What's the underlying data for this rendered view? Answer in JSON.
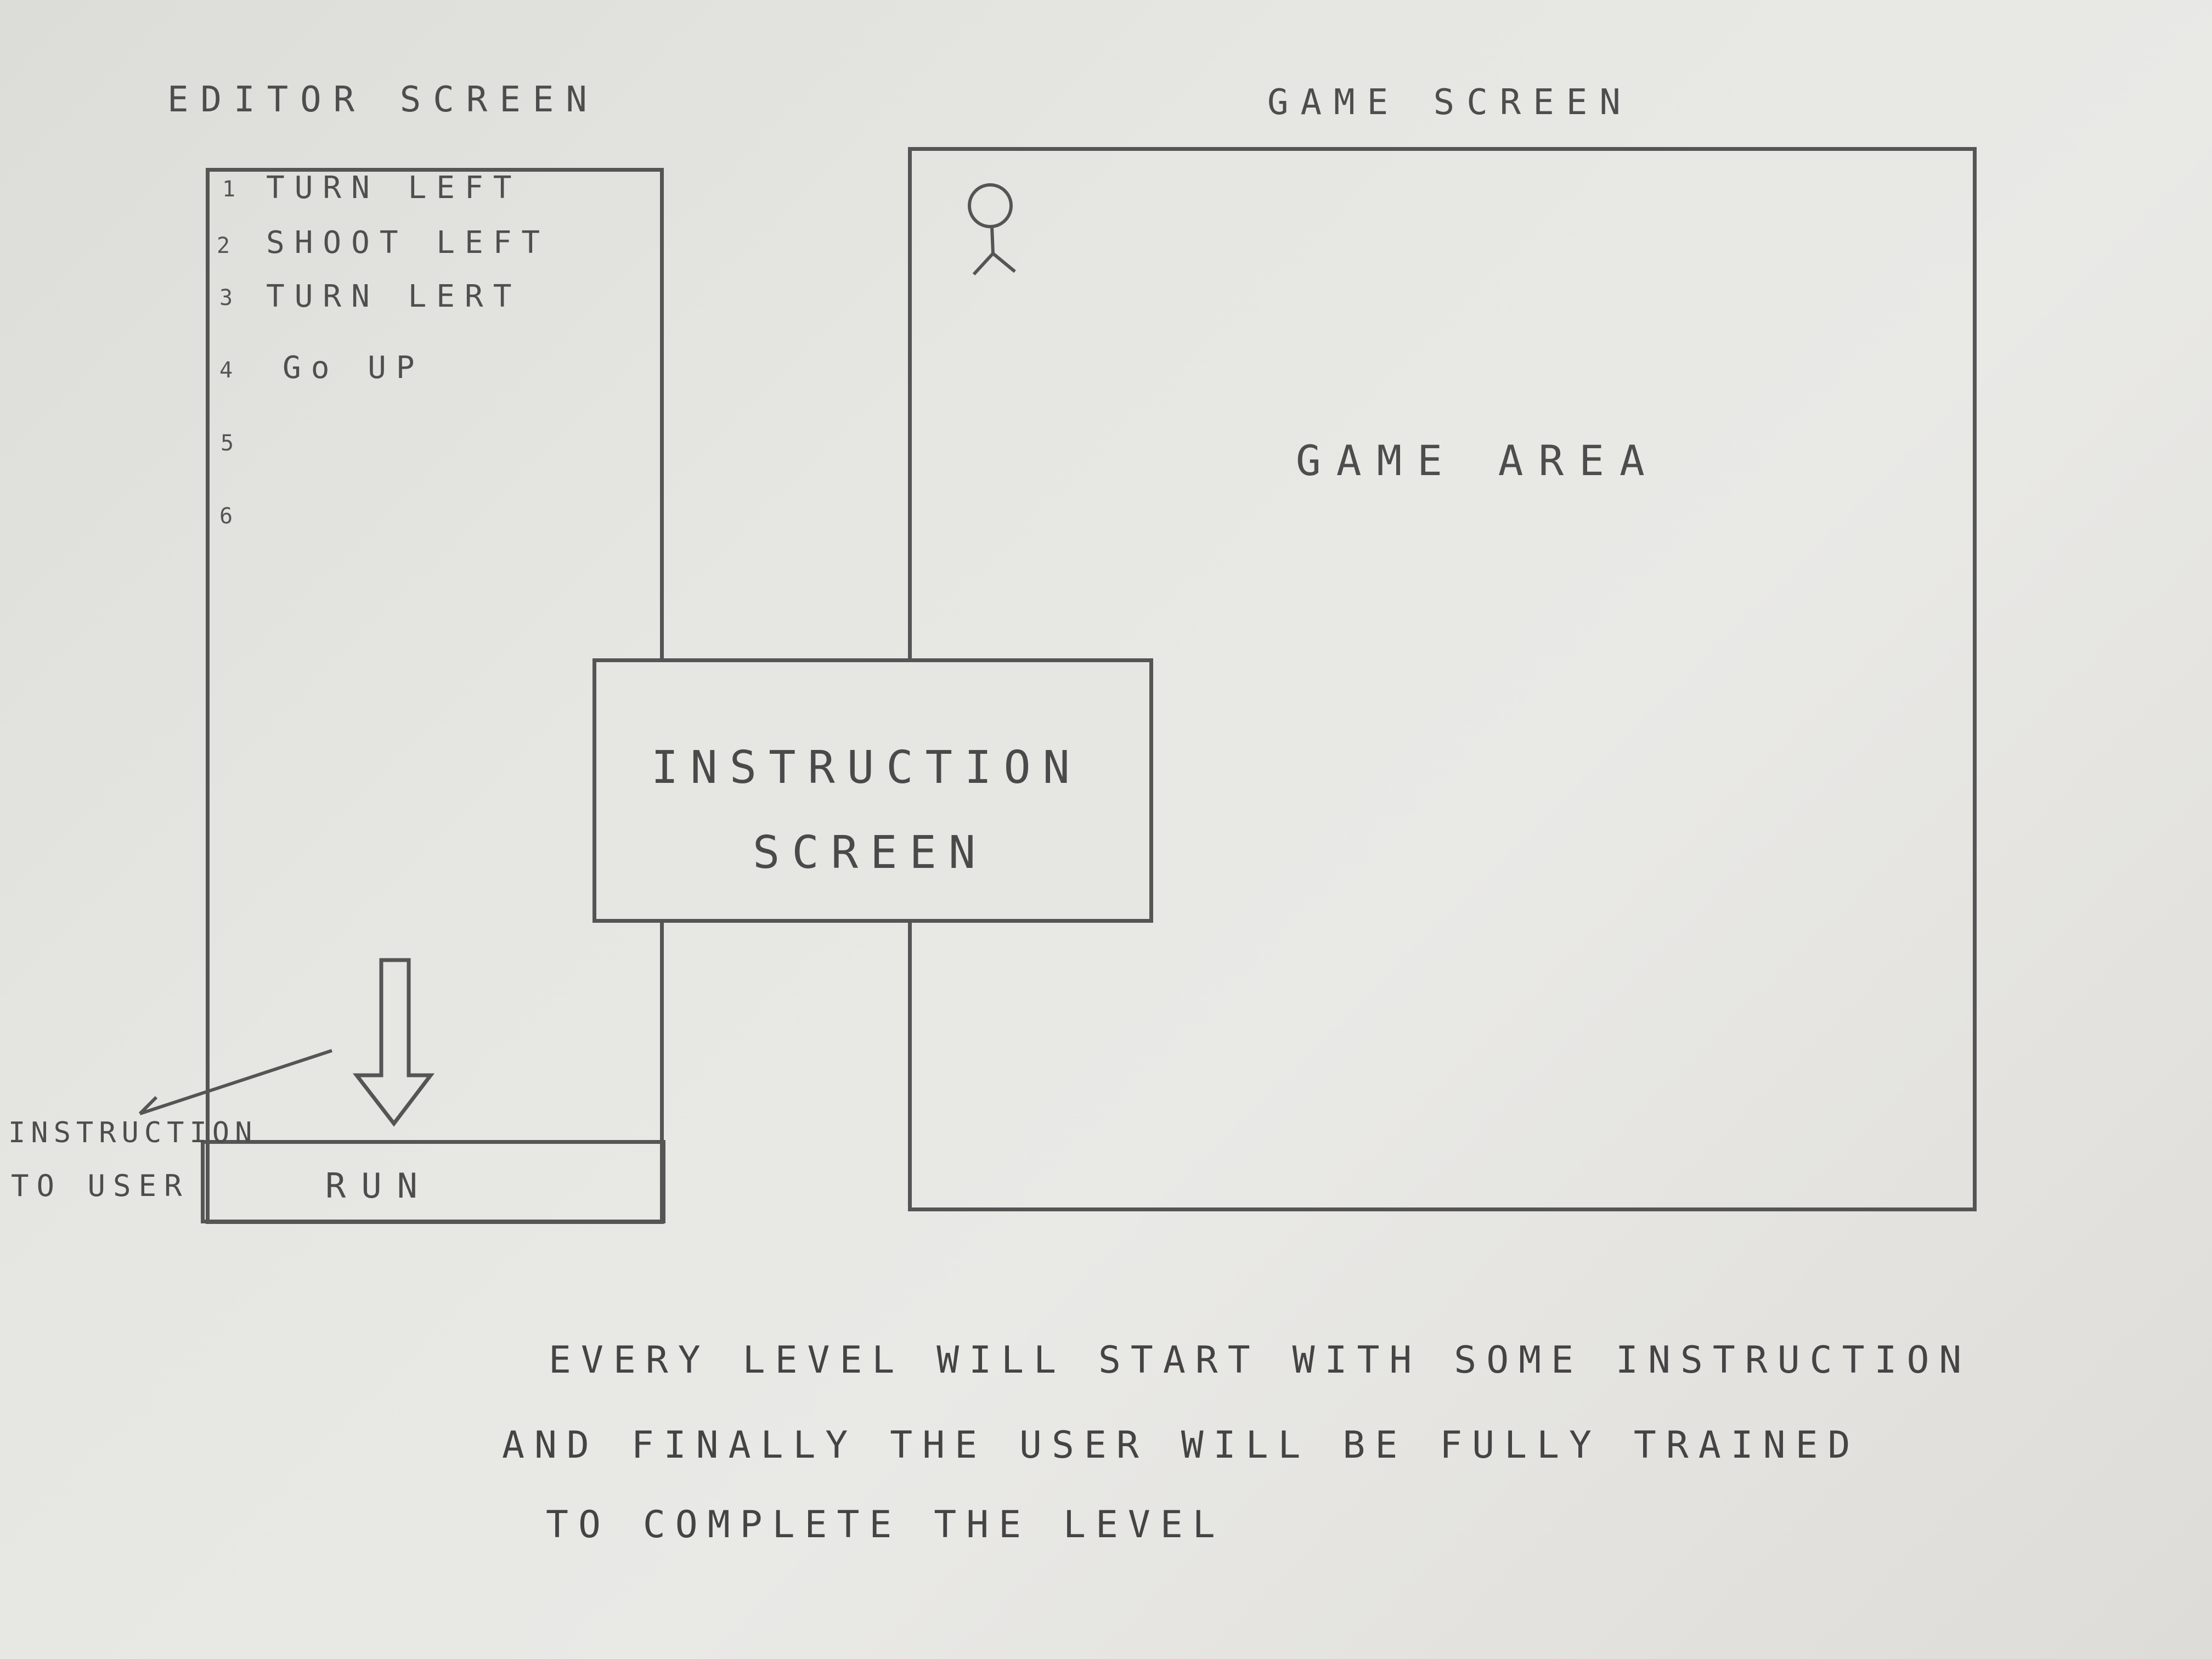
{
  "headings": {
    "editor": "EDITOR SCREEN",
    "game": "GAME SCREEN"
  },
  "editor": {
    "lines": [
      {
        "num": "1",
        "text": "TURN LEFT"
      },
      {
        "num": "2",
        "text": "SHOOT LEFT"
      },
      {
        "num": "3",
        "text": "TURN LERT"
      },
      {
        "num": "4",
        "text": "Go UP"
      },
      {
        "num": "5",
        "text": ""
      },
      {
        "num": "6",
        "text": ""
      }
    ],
    "run_label": "RUN"
  },
  "annotation": {
    "line1": "INSTRUCTION",
    "line2": "TO USER"
  },
  "instruction_screen": {
    "line1": "INSTRUCTION",
    "line2": "SCREEN"
  },
  "game": {
    "area_label": "GAME AREA",
    "player_icon": "stick-figure-icon"
  },
  "notes": {
    "line1": "EVERY LEVEL WILL START WITH SOME INSTRUCTION",
    "line2": "AND FINALLY THE USER WILL BE FULLY TRAINED",
    "line3": "TO COMPLETE THE LEVEL"
  },
  "colors": {
    "paper": "#e6e6e2",
    "pencil": "#555555"
  }
}
